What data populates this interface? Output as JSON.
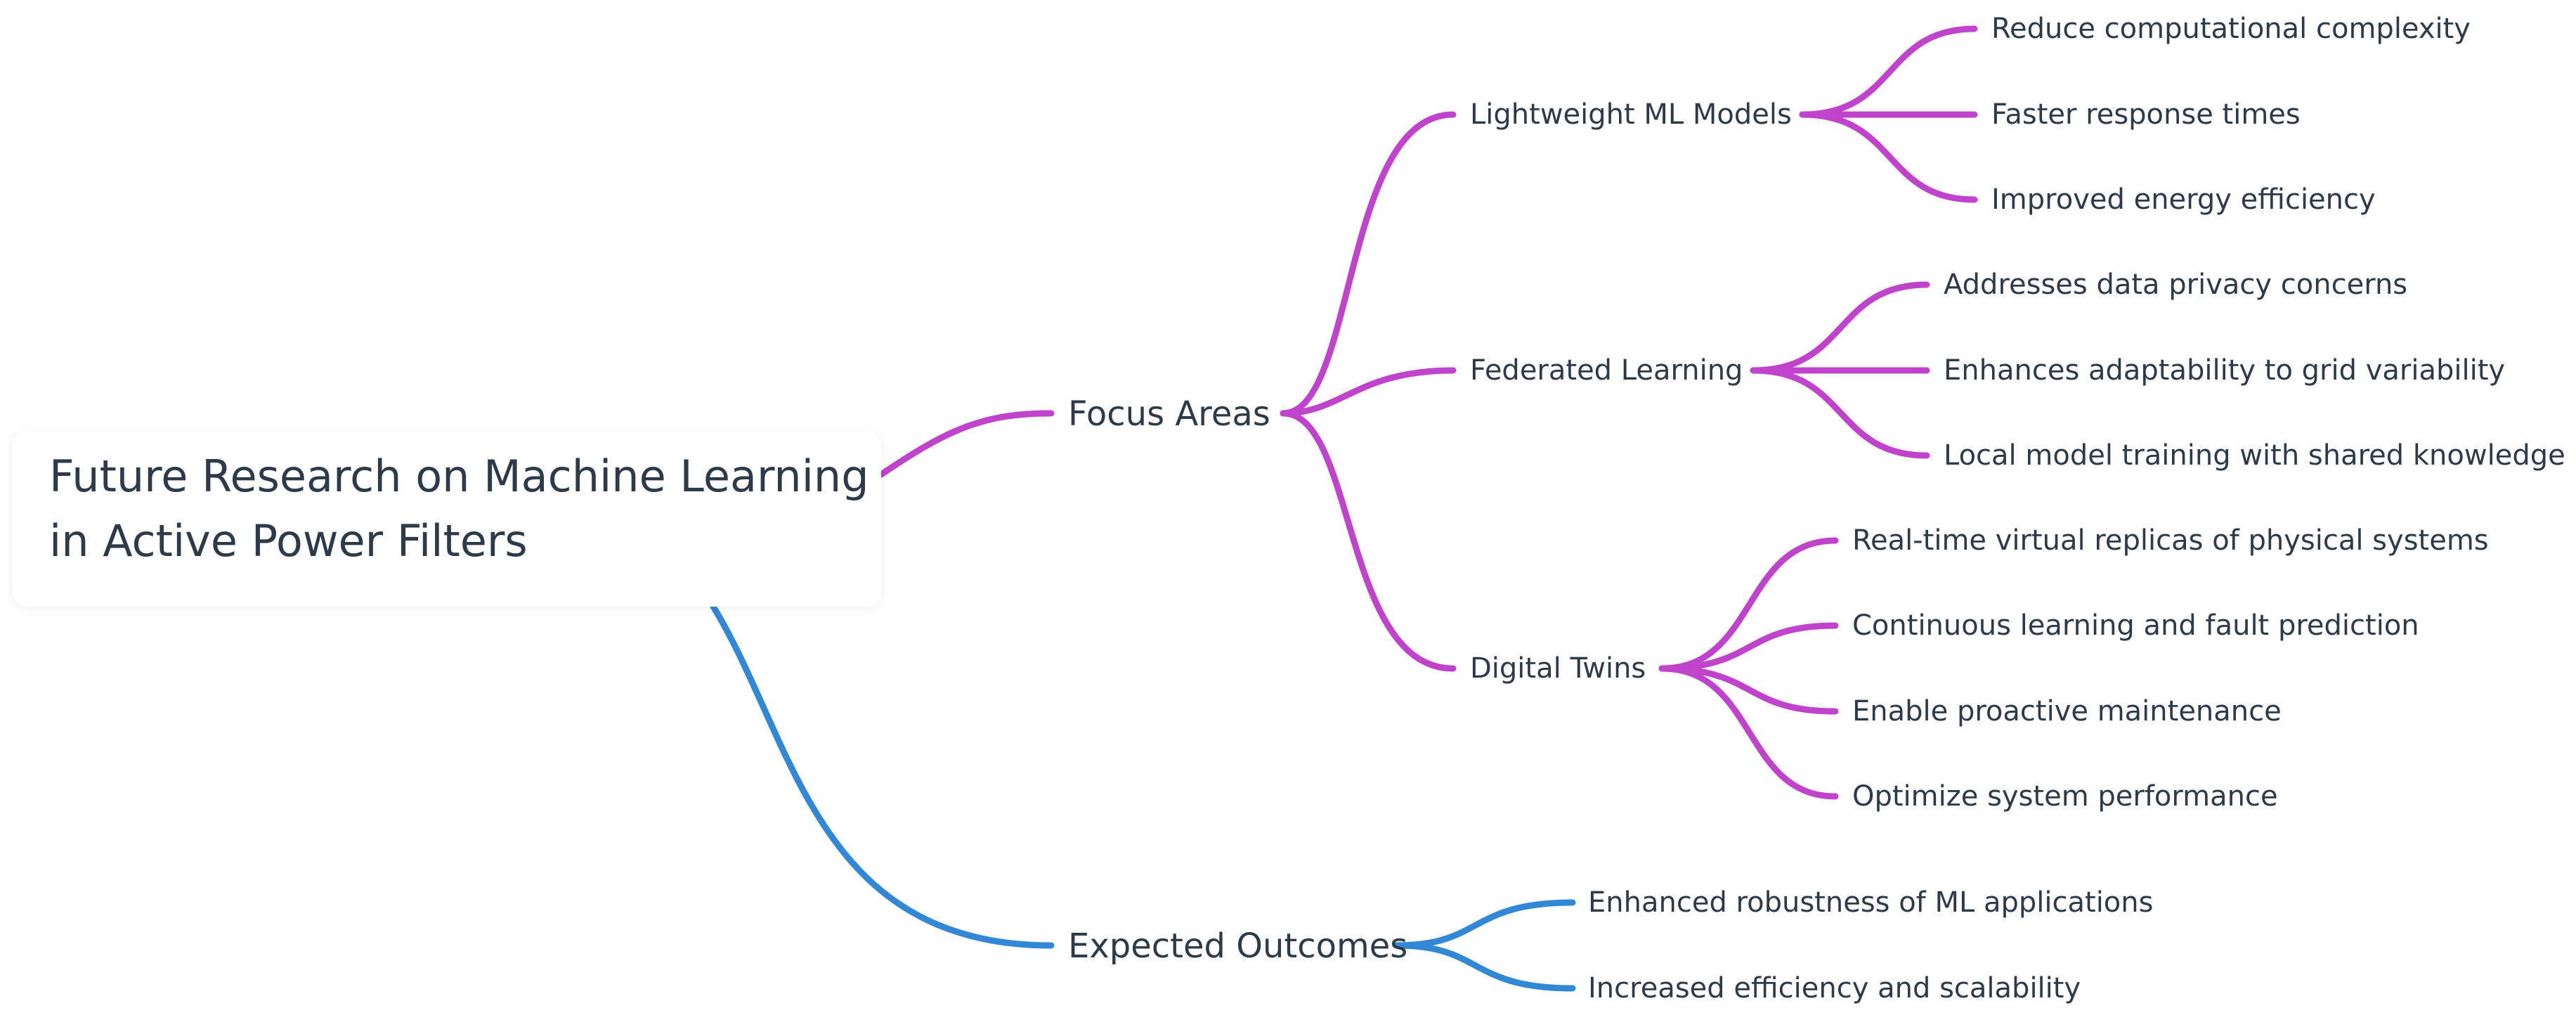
{
  "root": {
    "title_lines": [
      "Future Research on Machine Learning",
      "in Active Power Filters"
    ]
  },
  "colors": {
    "focus_branch": "#c043cc",
    "outcomes_branch": "#3388d6",
    "text": "#2d3a4a"
  },
  "branches": {
    "focus_areas": {
      "label": "Focus Areas",
      "children": [
        {
          "label": "Lightweight ML Models",
          "leaves": [
            "Reduce computational complexity",
            "Faster response times",
            "Improved energy efficiency"
          ]
        },
        {
          "label": "Federated Learning",
          "leaves": [
            "Addresses data privacy concerns",
            "Enhances adaptability to grid variability",
            "Local model training with shared knowledge"
          ]
        },
        {
          "label": "Digital Twins",
          "leaves": [
            "Real-time virtual replicas of physical systems",
            "Continuous learning and fault prediction",
            "Enable proactive maintenance",
            "Optimize system performance"
          ]
        }
      ]
    },
    "expected_outcomes": {
      "label": "Expected Outcomes",
      "leaves": [
        "Enhanced robustness of ML applications",
        "Increased efficiency and scalability"
      ]
    }
  }
}
